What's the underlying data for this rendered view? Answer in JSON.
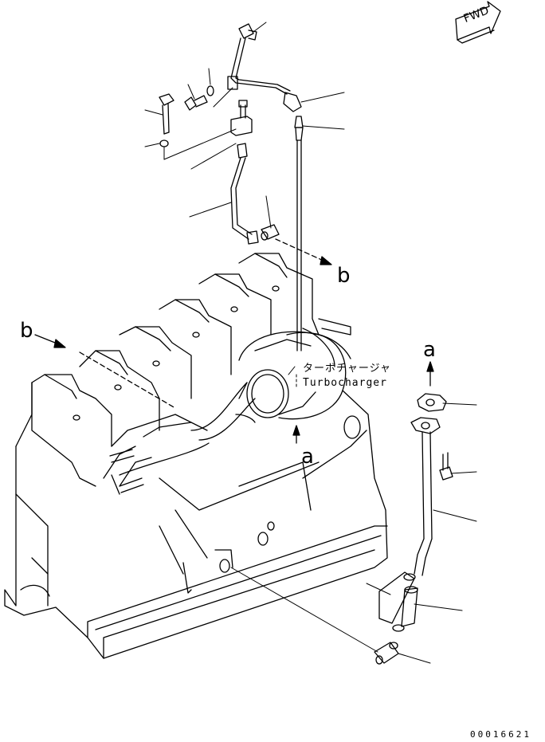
{
  "fwd_label": "FWD",
  "arrow_labels": {
    "b_right": "b",
    "b_left": "b",
    "a_top": "a",
    "a_center": "a"
  },
  "callout": {
    "japanese": "ターボチャージャ",
    "english": "Turbocharger"
  },
  "drawing_number": "00016621",
  "colors": {
    "line": "#000000",
    "background": "#ffffff"
  },
  "icons": [
    "fwd-direction-icon"
  ]
}
